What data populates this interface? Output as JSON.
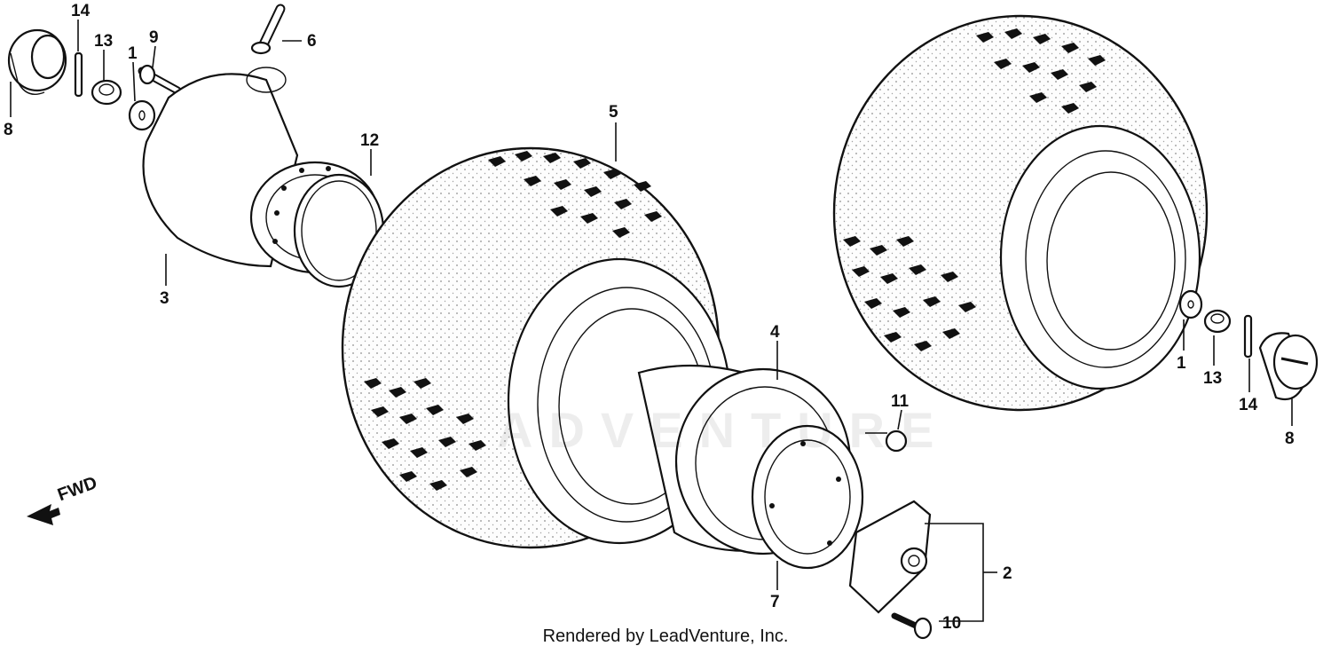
{
  "diagram": {
    "callouts": [
      {
        "id": "c14a",
        "label": "14"
      },
      {
        "id": "c13a",
        "label": "13"
      },
      {
        "id": "c9",
        "label": "9"
      },
      {
        "id": "c1a",
        "label": "1"
      },
      {
        "id": "c8a",
        "label": "8"
      },
      {
        "id": "c6",
        "label": "6"
      },
      {
        "id": "c12",
        "label": "12"
      },
      {
        "id": "c3",
        "label": "3"
      },
      {
        "id": "c5",
        "label": "5"
      },
      {
        "id": "c4",
        "label": "4"
      },
      {
        "id": "c11",
        "label": "11"
      },
      {
        "id": "c1b",
        "label": "1"
      },
      {
        "id": "c13b",
        "label": "13"
      },
      {
        "id": "c14b",
        "label": "14"
      },
      {
        "id": "c8b",
        "label": "8"
      },
      {
        "id": "c2",
        "label": "2"
      },
      {
        "id": "c7",
        "label": "7"
      },
      {
        "id": "c10",
        "label": "10"
      }
    ],
    "direction_label": "FWD",
    "watermark": "ADVENTURE",
    "credit": "Rendered by LeadVenture, Inc."
  }
}
